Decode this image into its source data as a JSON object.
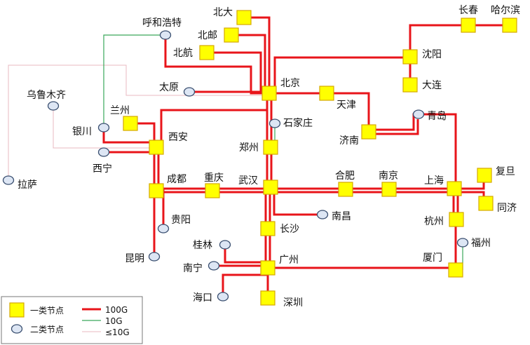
{
  "colors": {
    "link_100g": "#e8141a",
    "link_10g": "#3aa85a",
    "link_low": "#e8b8c0",
    "class1_fill": "#ffff00",
    "class1_stroke": "#d4a800",
    "class2_fill": "#dde6f4",
    "class2_stroke": "#3a4f70"
  },
  "nodes": {
    "beida": "北大",
    "beiyou": "北邮",
    "beihang": "北航",
    "beijing": "北京",
    "tianjin": "天津",
    "jinan": "济南",
    "qingdao": "青岛",
    "changchun": "长春",
    "haerbin": "哈尔滨",
    "shenyang": "沈阳",
    "dalian": "大连",
    "huhehaote": "呼和浩特",
    "taiyuan": "太原",
    "shijiazhuang": "石家庄",
    "zhengzhou": "郑州",
    "wulumuqi": "乌鲁木齐",
    "lanzhou": "兰州",
    "yinchuan": "银川",
    "xian": "西安",
    "xining": "西宁",
    "lasa": "拉萨",
    "chengdu": "成都",
    "chongqing": "重庆",
    "wuhan": "武汉",
    "hefei": "合肥",
    "nanjing": "南京",
    "shanghai": "上海",
    "fudan": "复旦",
    "tongji": "同济",
    "guiyang": "贵阳",
    "kunming": "昆明",
    "nanchang": "南昌",
    "changsha": "长沙",
    "hangzhou": "杭州",
    "fuzhou": "福州",
    "guilin": "桂林",
    "nanning": "南宁",
    "guangzhou": "广州",
    "xiamen": "厦门",
    "haikou": "海口",
    "shenzhen": "深圳"
  },
  "legend": {
    "class1": "一类节点",
    "class2": "二类节点",
    "link_100g": "100G",
    "link_10g": "10G",
    "link_low": "≤10G"
  }
}
